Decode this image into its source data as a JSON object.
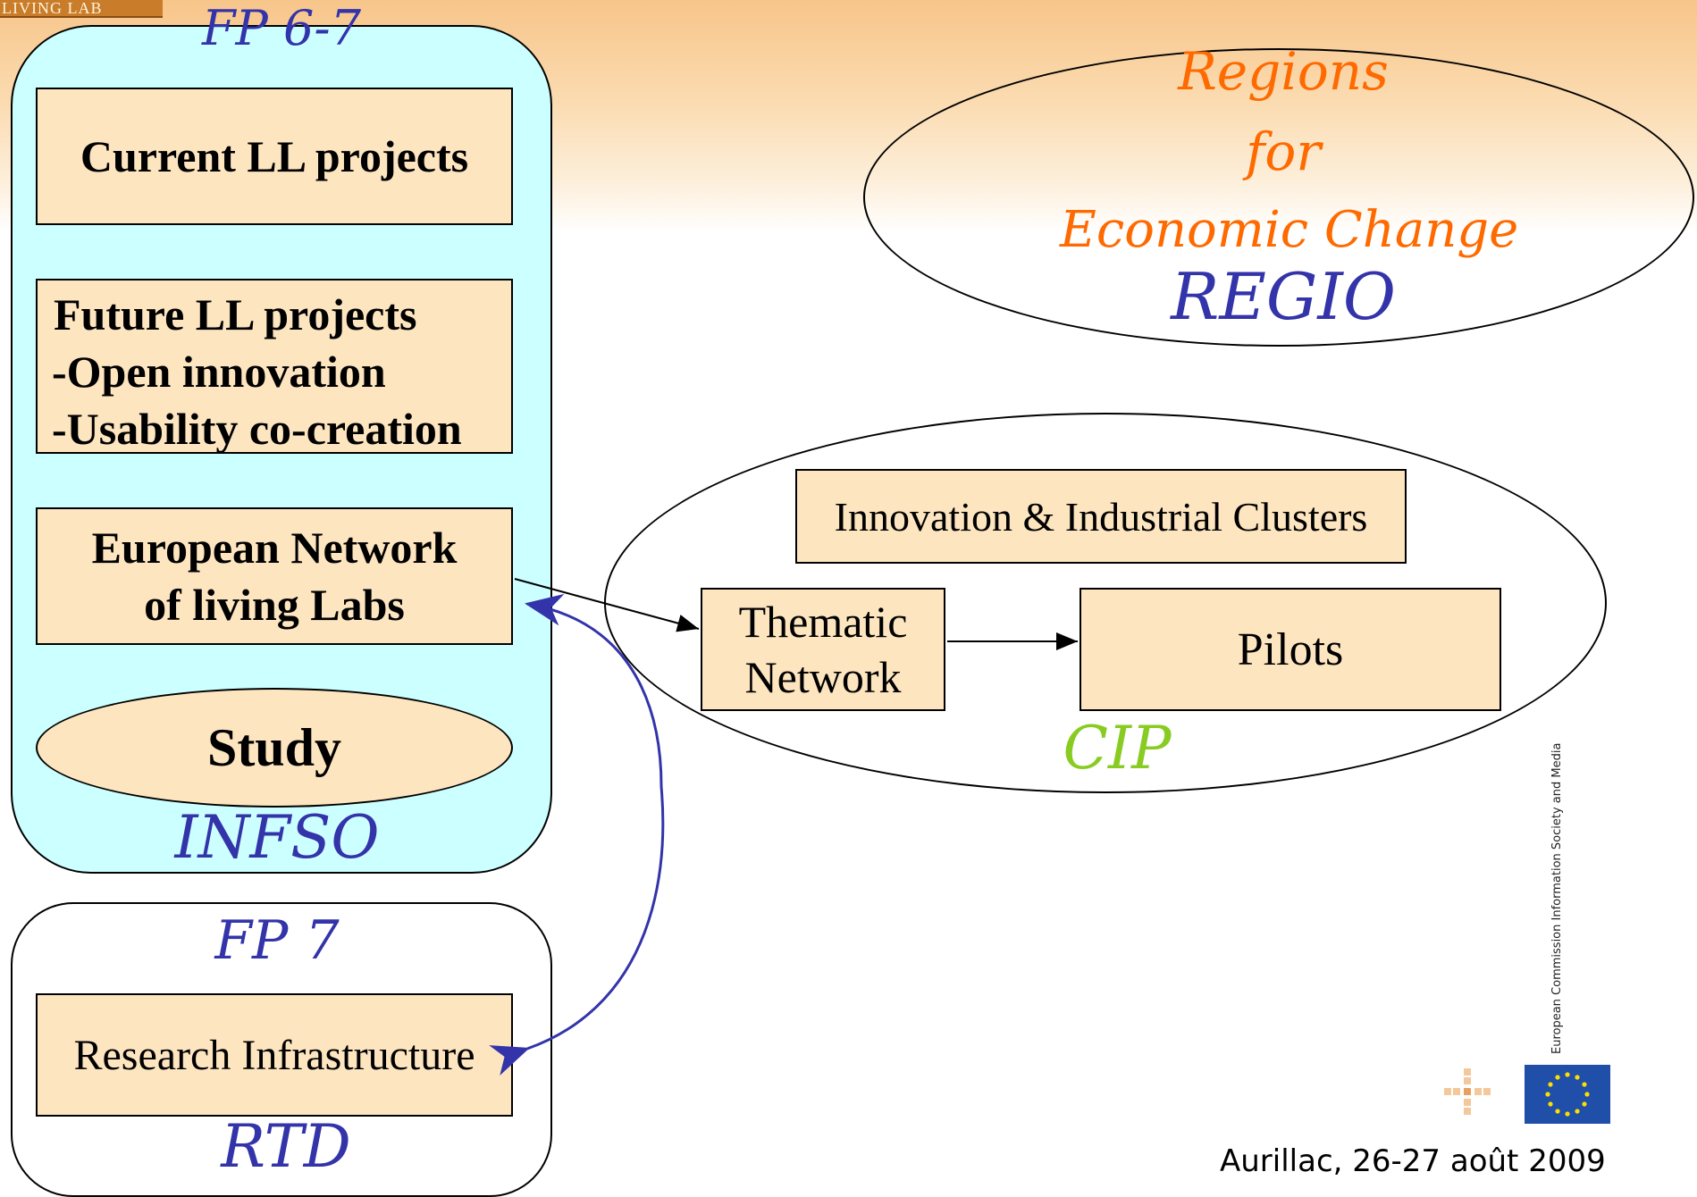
{
  "header": {
    "logo_text": "LIVING LAB"
  },
  "infso_group": {
    "top_label": "FP 6-7",
    "boxes": {
      "current": "Current LL projects",
      "future_title": "Future LL projects",
      "future_item1": "-Open innovation",
      "future_item2": "-Usability co-creation",
      "network_line1": "European Network",
      "network_line2": "of living Labs"
    },
    "study": "Study",
    "bottom_label": "INFSO"
  },
  "rtd_group": {
    "top_label": "FP 7",
    "box": "Research Infrastructure",
    "bottom_label": "RTD"
  },
  "regio": {
    "line1": "Regions",
    "line2": "for",
    "line3": "Economic Change",
    "label": "REGIO"
  },
  "cip": {
    "clusters": "Innovation & Industrial Clusters",
    "thematic_line1": "Thematic",
    "thematic_line2": "Network",
    "pilots": "Pilots",
    "label": "CIP"
  },
  "footer": {
    "location_date": "Aurillac, 26-27 août 2009",
    "ec_line1": "European Commission",
    "ec_line2": "Information Society and Media"
  },
  "colors": {
    "panel_cyan": "#ccffff",
    "box_fill": "#fde5c0",
    "script_blue": "#3333aa",
    "script_orange": "#ff6a00",
    "script_green": "#88cc22",
    "banner": "#f7c58a",
    "eu_blue": "#1f4fa8"
  },
  "icons": [
    "eu-flag-icon",
    "ec-logo-dots-icon"
  ]
}
